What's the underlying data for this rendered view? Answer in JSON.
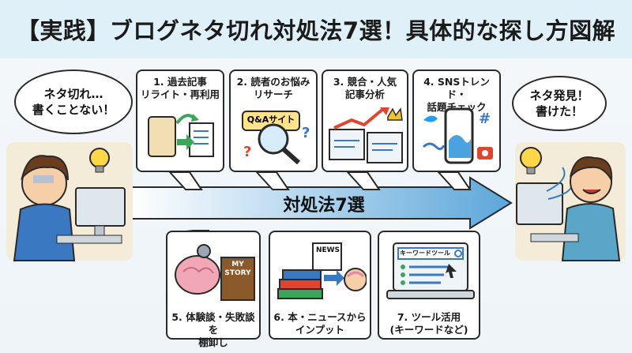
{
  "title": "【実践】ブログネタ切れ対処法7選！具体的な探し方図解",
  "arrow_label": "対処法7選",
  "left_bubble": "ネタ切れ…\n書くことない！",
  "right_bubble": "ネタ発見！\n書けた！",
  "cards": [
    {
      "label": "1. 過去記事\nリライト・再利用"
    },
    {
      "label": "2. 読者のお悩み\nリサーチ",
      "tag": "Q&Aサイト"
    },
    {
      "label": "3. 競合・人気\n記事分析"
    },
    {
      "label": "4. SNSトレンド・\n話題チェック"
    },
    {
      "label": "5. 体験談・失敗談を\n棚卸し",
      "book": "MY\nSTORY"
    },
    {
      "label": "6. 本・ニュースから\nインプット",
      "tag": "NEWS"
    },
    {
      "label": "7. ツール活用\n(キーワードなど)",
      "tag": "キーワードツール"
    }
  ],
  "colors": {
    "title_bg": "#dff0f8",
    "arrow": "#6fb2de",
    "accent_red": "#e0452f",
    "accent_blue": "#3b78c2"
  }
}
